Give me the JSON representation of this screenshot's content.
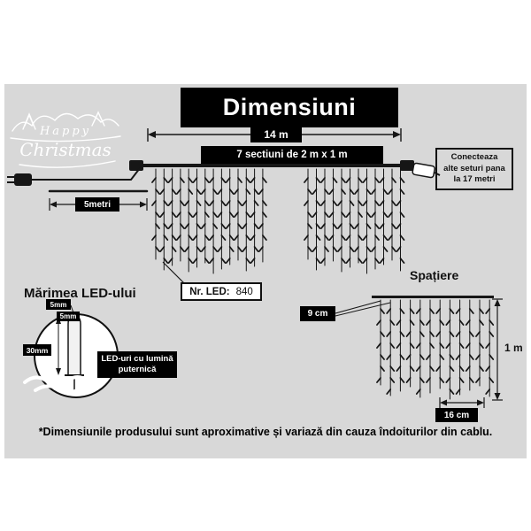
{
  "page": {
    "background": "#d8d8d8",
    "footnote": "*Dimensiunile produsului sunt aproximative și variază din cauza îndoiturilor din cablu."
  },
  "logo": {
    "word1": "Happy",
    "word2": "Christmas"
  },
  "header": {
    "title": "Dimensiuni"
  },
  "dims": {
    "total_width": "14 m",
    "sections": "7 sectiuni de 2 m x 1 m",
    "connect_lines": [
      "Conecteaza",
      "alte seturi pana",
      "la 17 metri"
    ],
    "lead_length": "5metri",
    "led_count_label": "Nr. LED:",
    "led_count": "840"
  },
  "spacing": {
    "title": "Spațiere",
    "strand_gap": "9 cm",
    "drop_height": "1 m",
    "led_gap": "16 cm"
  },
  "led": {
    "title": "Mărimea LED-ului",
    "width_top": "5mm",
    "width_side": "5mm",
    "height": "30mm",
    "note_line1": "LED-uri cu lumină",
    "note_line2": "puternică"
  },
  "colors": {
    "panel": "#d8d8d8",
    "ink": "#161616",
    "box_bg": "#000000",
    "box_text": "#ffffff"
  }
}
